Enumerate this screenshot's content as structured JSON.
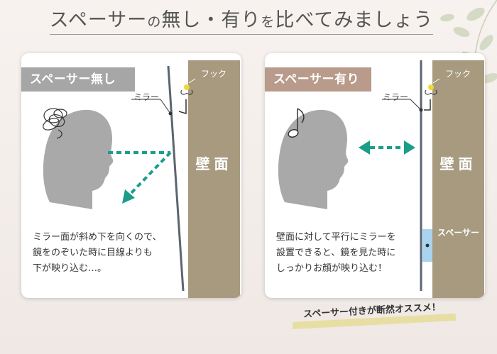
{
  "title": {
    "part1": "スペーサー",
    "part2": "の",
    "part3": "無し・有り",
    "part4": "を",
    "part5": "比べてみましょう"
  },
  "left_panel": {
    "badge": "スペーサー無し",
    "hook": "フック",
    "mirror": "ミラー",
    "wall": "壁面",
    "description": [
      "ミラー面が斜め下を向くので、",
      "鏡をのぞいた時に目線よりも",
      "下が映り込む…。"
    ]
  },
  "right_panel": {
    "badge": "スペーサー有り",
    "hook": "フック",
    "mirror": "ミラー",
    "wall": "壁面",
    "spacer": "スペーサー",
    "description": [
      "壁面に対して平行にミラーを",
      "設置できると、鏡を見た時に",
      "しっかりお顔が映り込む！"
    ]
  },
  "footer_note": "スペーサー付きが断然オススメ！",
  "colors": {
    "arrow": "#1a9e8a",
    "wall": "#a79a7f",
    "badge_none": "#a6a6a6",
    "badge_with": "#b89b8a",
    "spacer": "#a8d4ef",
    "head": "#a9a9a9"
  }
}
